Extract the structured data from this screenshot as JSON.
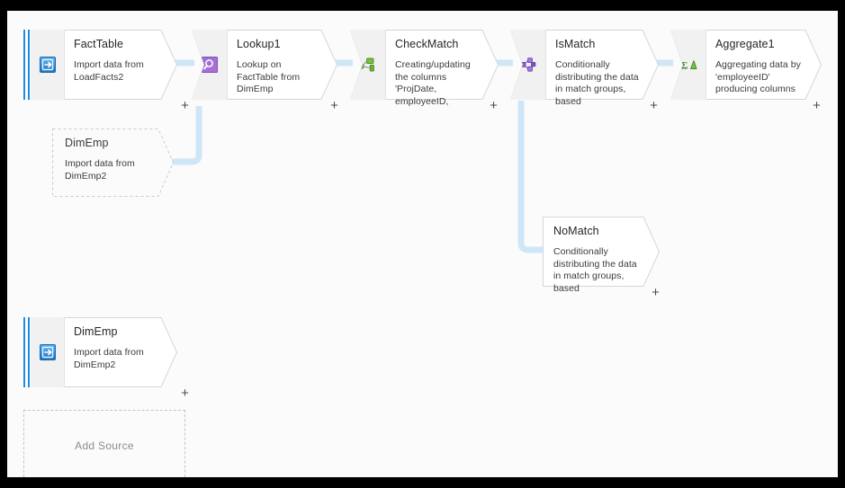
{
  "canvas": {
    "background": "#fbfbfb",
    "frame_color": "#000000",
    "connector_color": "#cfe6f7",
    "source_bar_color": "#1f8ae0",
    "plus_label": "+"
  },
  "nodes": [
    {
      "id": "factTable",
      "name": "FactTable",
      "description": "Import data from LoadFacts2",
      "icon": "source-import-icon",
      "kind": "source",
      "ghost": false
    },
    {
      "id": "lookup1",
      "name": "Lookup1",
      "description": "Lookup on FactTable from DimEmp",
      "icon": "lookup-magnifier-icon",
      "kind": "transform",
      "ghost": false
    },
    {
      "id": "checkMatch",
      "name": "CheckMatch",
      "description": "Creating/updating the columns 'ProjDate, employeeID,",
      "icon": "derived-column-icon",
      "kind": "transform",
      "ghost": false
    },
    {
      "id": "isMatch",
      "name": "IsMatch",
      "description": "Conditionally distributing the data in match groups, based",
      "icon": "conditional-split-icon",
      "kind": "transform",
      "ghost": false
    },
    {
      "id": "aggregate1",
      "name": "Aggregate1",
      "description": "Aggregating data by 'employeeID' producing columns",
      "icon": "aggregate-sigma-icon",
      "kind": "transform",
      "ghost": false
    },
    {
      "id": "noMatch",
      "name": "NoMatch",
      "description": "Conditionally distributing the data in match groups, based",
      "icon": "none",
      "kind": "transform-branch",
      "ghost": false
    },
    {
      "id": "dimEmpGhost",
      "name": "DimEmp",
      "description": "Import data from DimEmp2",
      "icon": "none",
      "kind": "source-reference",
      "ghost": true
    },
    {
      "id": "dimEmpSource",
      "name": "DimEmp",
      "description": "Import data from DimEmp2",
      "icon": "source-import-icon",
      "kind": "source",
      "ghost": false
    }
  ],
  "add_source": {
    "label": "Add Source"
  }
}
